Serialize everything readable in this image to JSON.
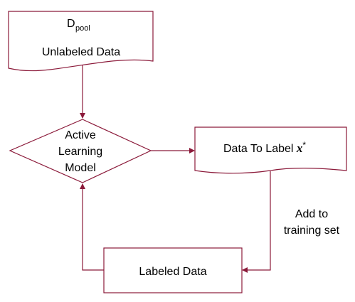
{
  "colors": {
    "stroke": "#8b1a3a",
    "text": "#000000",
    "background": "#ffffff"
  },
  "nodes": {
    "pool": {
      "title_main": "D",
      "title_sub": "pool",
      "label": "Unlabeled Data"
    },
    "model": {
      "line1": "Active",
      "line2": "Learning",
      "line3": "Model"
    },
    "to_label": {
      "text": "Data To Label ",
      "variable": "x",
      "superscript": "*"
    },
    "labeled": {
      "label": "Labeled Data"
    }
  },
  "edges": {
    "add_to_training": {
      "line1": "Add to",
      "line2": "training set"
    }
  }
}
